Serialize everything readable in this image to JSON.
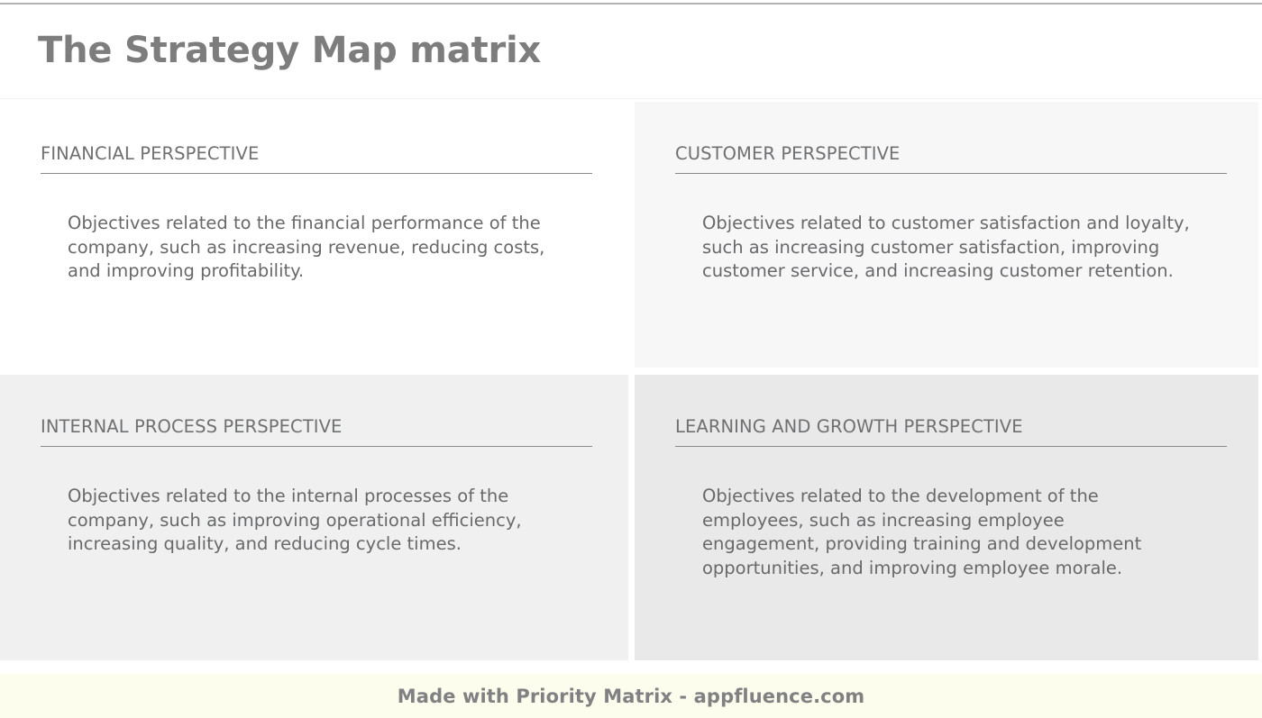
{
  "document": {
    "title": "The Strategy Map matrix",
    "colors": {
      "title_text": "#7d7d7d",
      "quadrant_heading_text": "#6f7072",
      "quadrant_body_text": "#68696b",
      "quadrant_rule": "#8a8a8a",
      "top_rule": "#b3b3b3",
      "quadrant_bg_top_left": "#ffffff",
      "quadrant_bg_top_right": "#f7f7f8",
      "quadrant_bg_bottom_left": "#f0f0f0",
      "quadrant_bg_bottom_right": "#e9e9e9",
      "footer_bg": "#fdfdee",
      "footer_text": "#818183"
    }
  },
  "matrix": {
    "quadrants": [
      {
        "id": "financial",
        "heading": "FINANCIAL PERSPECTIVE",
        "body": "Objectives related to the financial performance of the company, such as increasing revenue, reducing costs, and improving profitability."
      },
      {
        "id": "customer",
        "heading": "CUSTOMER PERSPECTIVE",
        "body": "Objectives related to customer satisfaction and loyalty, such as increasing customer satisfaction, improving customer service, and increasing customer retention."
      },
      {
        "id": "internal-process",
        "heading": "INTERNAL PROCESS PERSPECTIVE",
        "body": "Objectives related to the internal processes of the company, such as improving operational efficiency, increasing quality, and reducing cycle times."
      },
      {
        "id": "learning-and-growth",
        "heading": "LEARNING AND GROWTH PERSPECTIVE",
        "body": "Objectives related to the development of the employees, such as increasing employee engagement, providing training and development opportunities, and improving employee morale."
      }
    ]
  },
  "footer": {
    "credit": "Made with Priority Matrix - appfluence.com"
  }
}
